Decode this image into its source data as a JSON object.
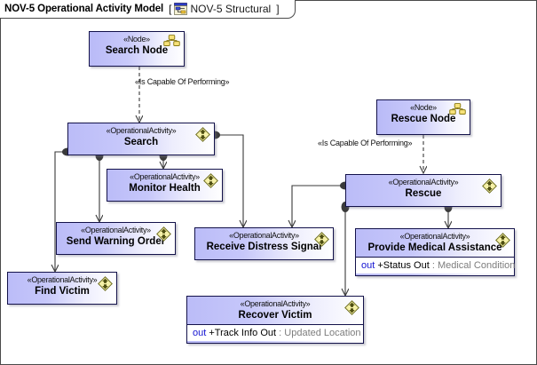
{
  "frame": {
    "title": "NOV-5 Operational Activity Model",
    "bracket_open": "[",
    "bracket_close": "]",
    "subtitle": "NOV-5 Structural",
    "icon": "diagram-icon"
  },
  "stereotypes": {
    "node": "«Node»",
    "operational_activity": "«OperationalActivity»",
    "is_capable_of_performing": "«Is Capable Of Performing»"
  },
  "nodes": [
    {
      "id": "search-node",
      "stereotype": "«Node»",
      "name": "Search Node",
      "kind": "node",
      "icon": "node-icon"
    },
    {
      "id": "rescue-node",
      "stereotype": "«Node»",
      "name": "Rescue Node",
      "kind": "node",
      "icon": "node-icon"
    },
    {
      "id": "search",
      "stereotype": "«OperationalActivity»",
      "name": "Search",
      "kind": "activity",
      "icon": "activity-icon"
    },
    {
      "id": "monitor-health",
      "stereotype": "«OperationalActivity»",
      "name": "Monitor Health",
      "kind": "activity",
      "icon": "activity-icon"
    },
    {
      "id": "send-warning-order",
      "stereotype": "«OperationalActivity»",
      "name": "Send Warning Order",
      "kind": "activity",
      "icon": "activity-icon"
    },
    {
      "id": "find-victim",
      "stereotype": "«OperationalActivity»",
      "name": "Find Victim",
      "kind": "activity",
      "icon": "activity-icon"
    },
    {
      "id": "receive-distress-signal",
      "stereotype": "«OperationalActivity»",
      "name": "Receive Distress Signal",
      "kind": "activity",
      "icon": "activity-icon"
    },
    {
      "id": "rescue",
      "stereotype": "«OperationalActivity»",
      "name": "Rescue",
      "kind": "activity",
      "icon": "activity-icon"
    },
    {
      "id": "provide-medical-assistance",
      "stereotype": "«OperationalActivity»",
      "name": "Provide Medical Assistance",
      "kind": "activity",
      "icon": "activity-icon",
      "property": {
        "direction": "out",
        "name": "+Status Out",
        "separator": ":",
        "type": "Medical Condition"
      }
    },
    {
      "id": "recover-victim",
      "stereotype": "«OperationalActivity»",
      "name": "Recover Victim",
      "kind": "activity",
      "icon": "activity-icon",
      "property": {
        "direction": "out",
        "name": "+Track Info Out",
        "separator": ":",
        "type": "Updated Location"
      }
    }
  ],
  "edge_labels": [
    {
      "id": "search-capable",
      "text": "«Is Capable Of Performing»"
    },
    {
      "id": "rescue-capable",
      "text": "«Is Capable Of Performing»"
    }
  ],
  "colors": {
    "box_fill_left": "#bbbcf8",
    "box_fill_right": "#ffffff",
    "box_border": "#13124a",
    "compartment_bg": "#ffffff",
    "edge": "#3a3a3a",
    "prop_direction": "#1414d2",
    "prop_type": "#7d7d7d",
    "icon_yellow": "#f2ef9a",
    "icon_outline": "#6b6b1e",
    "canvas": "#ffffff"
  }
}
